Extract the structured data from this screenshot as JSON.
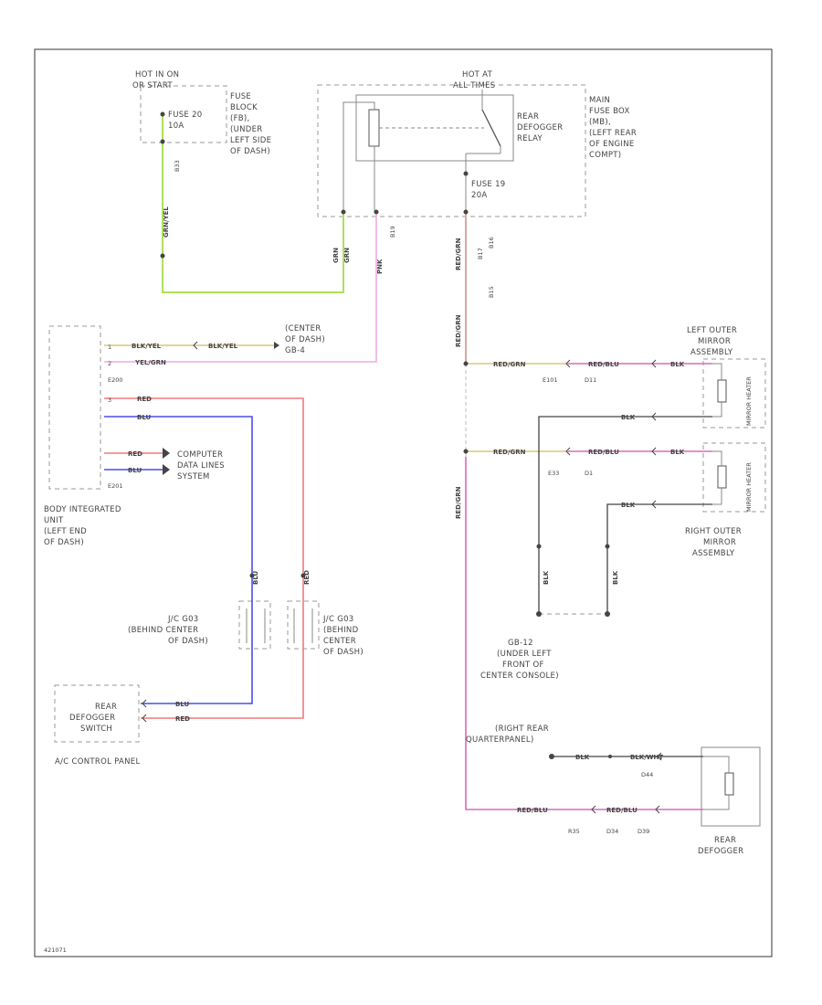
{
  "colors": {
    "border": "#555555",
    "dashed": "#9a9a9a",
    "grn": "#aee05a",
    "pnk": "#f0a8e6",
    "red": "#f07a7a",
    "blu": "#4b4bef",
    "tan": "#d9c77a",
    "blk": "#444444",
    "ground": "#777777"
  },
  "labels": {
    "hot_in_on_or_start": [
      "HOT IN ON",
      "OR START"
    ],
    "fuse_20": [
      "FUSE 20",
      "10A"
    ],
    "fuse_block": [
      "FUSE",
      "BLOCK",
      "(FB),",
      "(UNDER",
      "LEFT SIDE",
      "OF DASH)"
    ],
    "b33": "B33",
    "hot_at_all_times": [
      "HOT AT",
      "ALL TIMES"
    ],
    "relay": [
      "REAR",
      "DEFOGGER",
      "RELAY"
    ],
    "main_fuse_box": [
      "MAIN",
      "FUSE BOX",
      "(MB),",
      "(LEFT REAR",
      "OF ENGINE",
      "COMPT)"
    ],
    "fuse_19": [
      "FUSE 19",
      "20A"
    ],
    "center_dash": [
      "(CENTER",
      "OF DASH)",
      "GB-4"
    ],
    "left_mirror": [
      "LEFT OUTER",
      "MIRROR",
      "ASSEMBLY"
    ],
    "right_mirror": [
      "RIGHT OUTER",
      "MIRROR",
      "ASSEMBLY"
    ],
    "mirror_heater": "MIRROR HEATER",
    "body_unit": [
      "BODY INTEGRATED",
      "UNIT",
      "(LEFT END",
      "OF DASH)"
    ],
    "computer_data": [
      "COMPUTER",
      "DATA LINES",
      "SYSTEM"
    ],
    "jc_left": [
      "J/C G03",
      "(BEHIND CENTER",
      "OF DASH)"
    ],
    "jc_right": [
      "J/C G03",
      "(BEHIND",
      "CENTER",
      "OF DASH)"
    ],
    "gb12": [
      "GB-12",
      "(UNDER LEFT",
      "FRONT OF",
      "CENTER CONSOLE)"
    ],
    "rear_qp": [
      "(RIGHT REAR",
      "QUARTERPANEL)"
    ],
    "defog_panel": [
      "REAR",
      "DEFOGGER",
      "SWITCH"
    ],
    "ac_panel": "A/C CONTROL PANEL",
    "rear_defogger": [
      "REAR",
      "DEFOGGER"
    ],
    "footer_id": "421071"
  },
  "wire_labels": {
    "grn_vert": "GRN/YEL",
    "grn_short": "GRN",
    "grn_left": "GRN",
    "pnk_top": "PNK",
    "red_top": "RED/GRN",
    "red_mid": "RED/GRN",
    "red_lower": "RED/GRN",
    "body_yel": "BLK/YEL",
    "body_gb4": "BLK/YEL",
    "body_pnk": "YEL/GRN",
    "body_red": "RED",
    "body_blu": "BLU",
    "body_red2": "RED",
    "body_blu2": "BLU",
    "left_mirror_in": "RED/GRN",
    "left_mirror_mid": "RED/BLU",
    "left_mirror_blk": "BLK",
    "right_mirror_in": "RED/GRN",
    "right_mirror_mid": "RED/BLU",
    "right_mirror_blk": "BLK",
    "gnd_blk_l": "BLK",
    "gnd_blk_r": "BLK",
    "jc_blu": "BLU",
    "jc_red": "RED",
    "panel_blu": "BLU",
    "panel_red": "RED",
    "defog_blk": "BLK",
    "defog_blk2": "BLK/WHT",
    "defog_red1": "RED/BLU",
    "defog_red2": "RED/BLU"
  },
  "connectors": {
    "b19": "B19",
    "b17": "B17",
    "b16": "B16",
    "b15": "B15",
    "e101": "E101",
    "d11": "D11",
    "e33": "E33",
    "d1": "D1",
    "r35": "R35",
    "d34": "D34",
    "d39": "D39",
    "d44": "D44",
    "pin_e200": "E200",
    "pin_e201": "E201",
    "pin_1": "1",
    "pin_2": "2",
    "pin_3": "3"
  }
}
